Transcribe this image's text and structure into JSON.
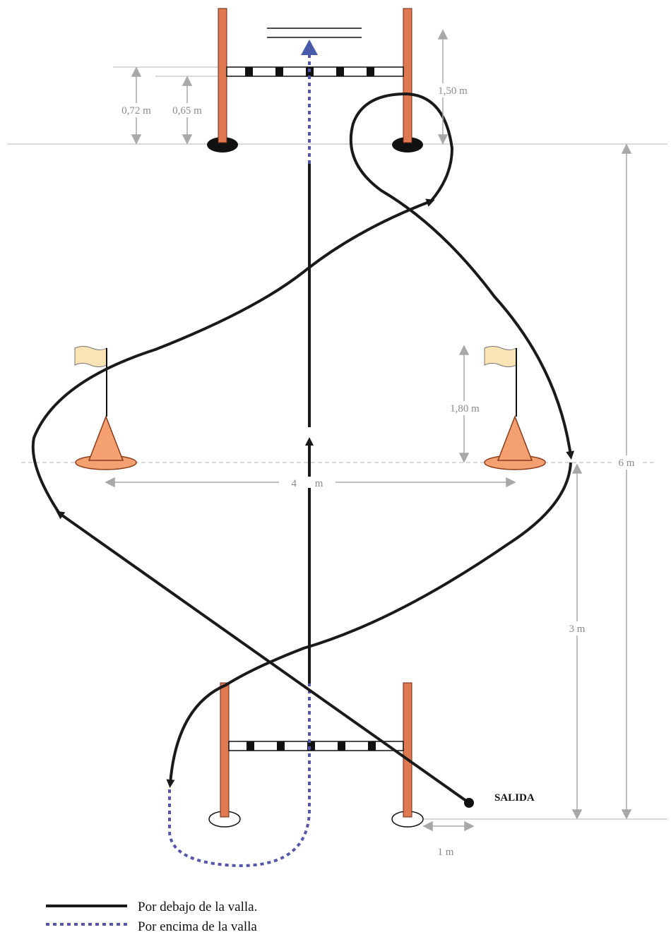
{
  "colors": {
    "post": "#e07850",
    "post_stroke": "#6a2a18",
    "cone": "#f4a070",
    "flag": "#fae3b4",
    "path_under": "#1a1a1a",
    "path_over": "#5555aa",
    "dimension": "#a8a8a8",
    "dimension_text": "#8a8a8a"
  },
  "labels": {
    "top_height_outer": "0,72 m",
    "top_height_inner": "0,65 m",
    "top_post_height": "1,50 m",
    "total_length": "6 m",
    "flag_height": "1,80 m",
    "cone_spacing": "4 m",
    "start_to_cones": "3 m",
    "start_offset": "1 m",
    "start": "SALIDA"
  },
  "legend": {
    "under": "Por debajo de la valla.",
    "over": "Por encima de la valla"
  }
}
